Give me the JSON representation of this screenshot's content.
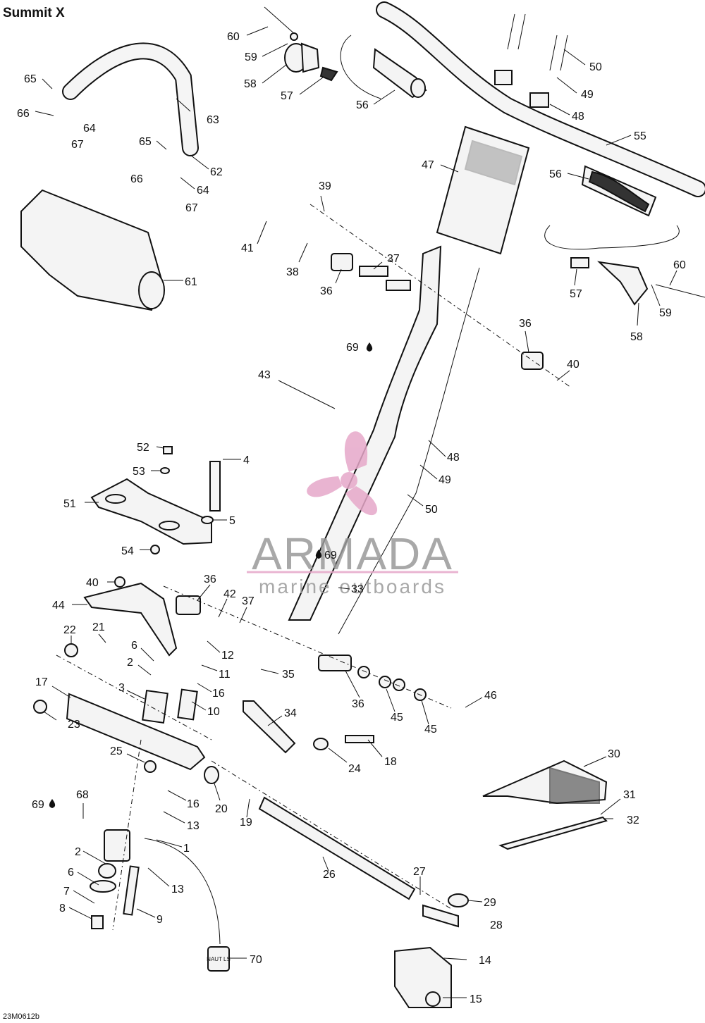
{
  "title": "Summit X",
  "footer_code": "23M0612b",
  "watermark": {
    "brand": "ARMADA",
    "tagline": "marine outboards",
    "color": "#e6a8c9"
  },
  "nautilus_label": "NAUT LS",
  "callouts": [
    {
      "id": "c60a",
      "text": "60"
    },
    {
      "id": "c59a",
      "text": "59"
    },
    {
      "id": "c58a",
      "text": "58"
    },
    {
      "id": "c57a",
      "text": "57"
    },
    {
      "id": "c56a",
      "text": "56"
    },
    {
      "id": "c50a",
      "text": "50"
    },
    {
      "id": "c49a",
      "text": "49"
    },
    {
      "id": "c48a",
      "text": "48"
    },
    {
      "id": "c55",
      "text": "55"
    },
    {
      "id": "c47",
      "text": "47"
    },
    {
      "id": "c56b",
      "text": "56"
    },
    {
      "id": "c65a",
      "text": "65"
    },
    {
      "id": "c66a",
      "text": "66"
    },
    {
      "id": "c64a",
      "text": "64"
    },
    {
      "id": "c67a",
      "text": "67"
    },
    {
      "id": "c63",
      "text": "63"
    },
    {
      "id": "c65b",
      "text": "65"
    },
    {
      "id": "c62",
      "text": "62"
    },
    {
      "id": "c66b",
      "text": "66"
    },
    {
      "id": "c64b",
      "text": "64"
    },
    {
      "id": "c67b",
      "text": "67"
    },
    {
      "id": "c61",
      "text": "61"
    },
    {
      "id": "c39",
      "text": "39"
    },
    {
      "id": "c41",
      "text": "41"
    },
    {
      "id": "c38",
      "text": "38"
    },
    {
      "id": "c37a",
      "text": "37"
    },
    {
      "id": "c36a",
      "text": "36"
    },
    {
      "id": "c60b",
      "text": "60"
    },
    {
      "id": "c57b",
      "text": "57"
    },
    {
      "id": "c59b",
      "text": "59"
    },
    {
      "id": "c58b",
      "text": "58"
    },
    {
      "id": "c69a",
      "text": "69"
    },
    {
      "id": "c36b",
      "text": "36"
    },
    {
      "id": "c40a",
      "text": "40"
    },
    {
      "id": "c43",
      "text": "43"
    },
    {
      "id": "c48b",
      "text": "48"
    },
    {
      "id": "c49b",
      "text": "49"
    },
    {
      "id": "c50b",
      "text": "50"
    },
    {
      "id": "c52",
      "text": "52"
    },
    {
      "id": "c4",
      "text": "4"
    },
    {
      "id": "c53",
      "text": "53"
    },
    {
      "id": "c51",
      "text": "51"
    },
    {
      "id": "c5",
      "text": "5"
    },
    {
      "id": "c54",
      "text": "54"
    },
    {
      "id": "c69b",
      "text": "69"
    },
    {
      "id": "c40b",
      "text": "40"
    },
    {
      "id": "c36c",
      "text": "36"
    },
    {
      "id": "c44",
      "text": "44"
    },
    {
      "id": "c42",
      "text": "42"
    },
    {
      "id": "c37b",
      "text": "37"
    },
    {
      "id": "c33",
      "text": "33"
    },
    {
      "id": "c22",
      "text": "22"
    },
    {
      "id": "c21",
      "text": "21"
    },
    {
      "id": "c6a",
      "text": "6"
    },
    {
      "id": "c12",
      "text": "12"
    },
    {
      "id": "c2a",
      "text": "2"
    },
    {
      "id": "c11",
      "text": "11"
    },
    {
      "id": "c35",
      "text": "35"
    },
    {
      "id": "c17",
      "text": "17"
    },
    {
      "id": "c3",
      "text": "3"
    },
    {
      "id": "c16a",
      "text": "16"
    },
    {
      "id": "c36d",
      "text": "36"
    },
    {
      "id": "c46",
      "text": "46"
    },
    {
      "id": "c10",
      "text": "10"
    },
    {
      "id": "c23",
      "text": "23"
    },
    {
      "id": "c34",
      "text": "34"
    },
    {
      "id": "c45a",
      "text": "45"
    },
    {
      "id": "c45b",
      "text": "45"
    },
    {
      "id": "c25",
      "text": "25"
    },
    {
      "id": "c24",
      "text": "24"
    },
    {
      "id": "c18",
      "text": "18"
    },
    {
      "id": "c30",
      "text": "30"
    },
    {
      "id": "c20",
      "text": "20"
    },
    {
      "id": "c16b",
      "text": "16"
    },
    {
      "id": "c31",
      "text": "31"
    },
    {
      "id": "c69c",
      "text": "69"
    },
    {
      "id": "c68",
      "text": "68"
    },
    {
      "id": "c19",
      "text": "19"
    },
    {
      "id": "c32",
      "text": "32"
    },
    {
      "id": "c13a",
      "text": "13"
    },
    {
      "id": "c1",
      "text": "1"
    },
    {
      "id": "c2b",
      "text": "2"
    },
    {
      "id": "c26",
      "text": "26"
    },
    {
      "id": "c13b",
      "text": "13"
    },
    {
      "id": "c6b",
      "text": "6"
    },
    {
      "id": "c27",
      "text": "27"
    },
    {
      "id": "c7",
      "text": "7"
    },
    {
      "id": "c29",
      "text": "29"
    },
    {
      "id": "c8",
      "text": "8"
    },
    {
      "id": "c9",
      "text": "9"
    },
    {
      "id": "c28",
      "text": "28"
    },
    {
      "id": "c70",
      "text": "70"
    },
    {
      "id": "c14",
      "text": "14"
    },
    {
      "id": "c15",
      "text": "15"
    }
  ]
}
